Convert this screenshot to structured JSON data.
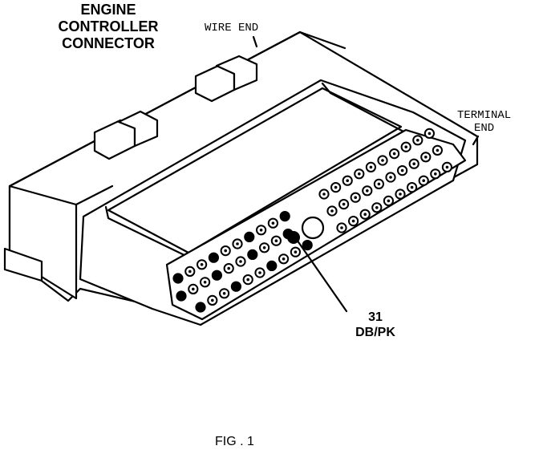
{
  "diagram": {
    "title_lines": [
      "ENGINE",
      "CONTROLLER",
      "CONNECTOR"
    ],
    "wire_end_label": "WIRE END",
    "terminal_end_lines": [
      "TERMINAL",
      "END"
    ],
    "callout": {
      "pin_number": "31",
      "wire_color": "DB/PK"
    },
    "figure_caption": "FIG . 1"
  },
  "colors": {
    "ink": "#000000",
    "paper": "#ffffff"
  },
  "pins": {
    "total_visible": 60,
    "highlighted_pin": "31"
  }
}
